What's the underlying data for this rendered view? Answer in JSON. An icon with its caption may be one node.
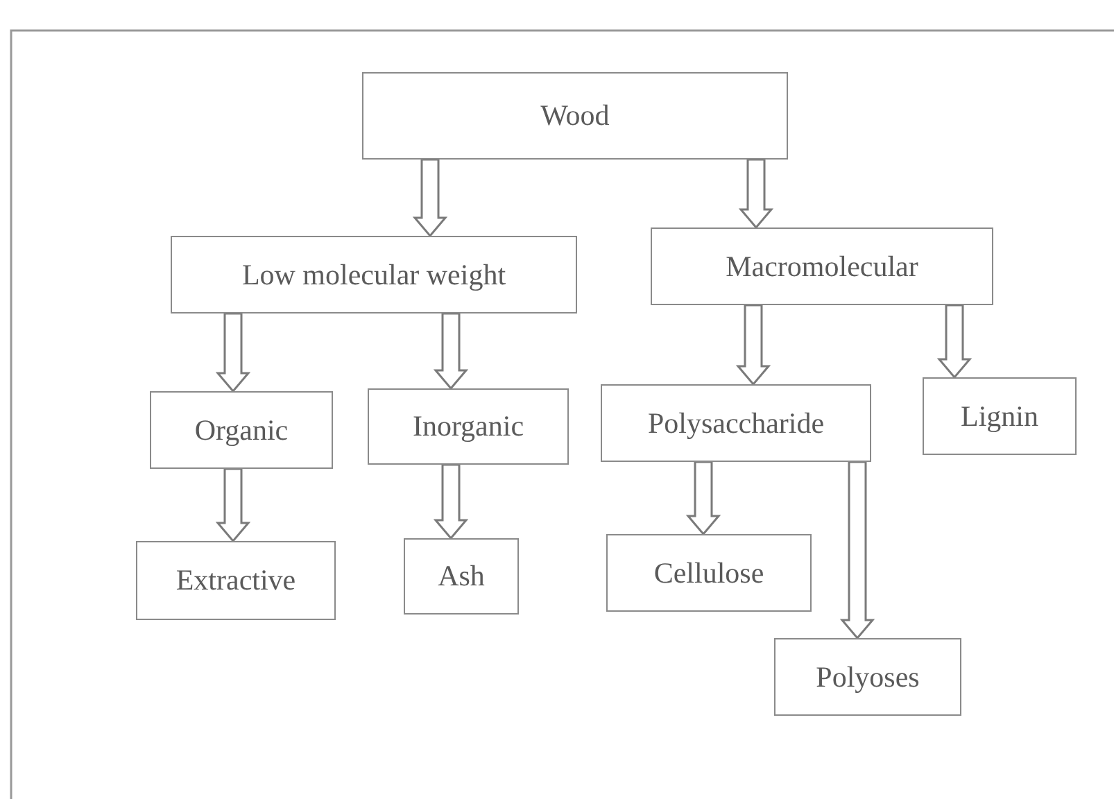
{
  "diagram": {
    "nodes": [
      {
        "text": [
          "Wood"
        ]
      },
      {
        "text": [
          "Low molecular weight"
        ]
      },
      {
        "text": [
          "Macromolecular"
        ]
      },
      {
        "text": [
          "Organic"
        ]
      },
      {
        "text": [
          "Inorganic"
        ]
      },
      {
        "text": [
          "Polysaccharide"
        ]
      },
      {
        "text": [
          "Lignin"
        ]
      },
      {
        "text": [
          "Extractive"
        ]
      },
      {
        "text": [
          "Ash"
        ]
      },
      {
        "text": [
          "Cellulose"
        ]
      },
      {
        "text": [
          "Polyoses"
        ]
      }
    ],
    "edges": [
      {
        "from": 0,
        "to": 1,
        "arrow": "to"
      },
      {
        "from": 0,
        "to": 2,
        "arrow": "to"
      },
      {
        "from": 1,
        "to": 3,
        "arrow": "to"
      },
      {
        "from": 1,
        "to": 4,
        "arrow": "to"
      },
      {
        "from": 2,
        "to": 5,
        "arrow": "to"
      },
      {
        "from": 2,
        "to": 6,
        "arrow": "to"
      },
      {
        "from": 3,
        "to": 7,
        "arrow": "to"
      },
      {
        "from": 4,
        "to": 8,
        "arrow": "to"
      },
      {
        "from": 5,
        "to": 9,
        "arrow": "to"
      },
      {
        "from": 5,
        "to": 10,
        "arrow": "to"
      }
    ]
  }
}
